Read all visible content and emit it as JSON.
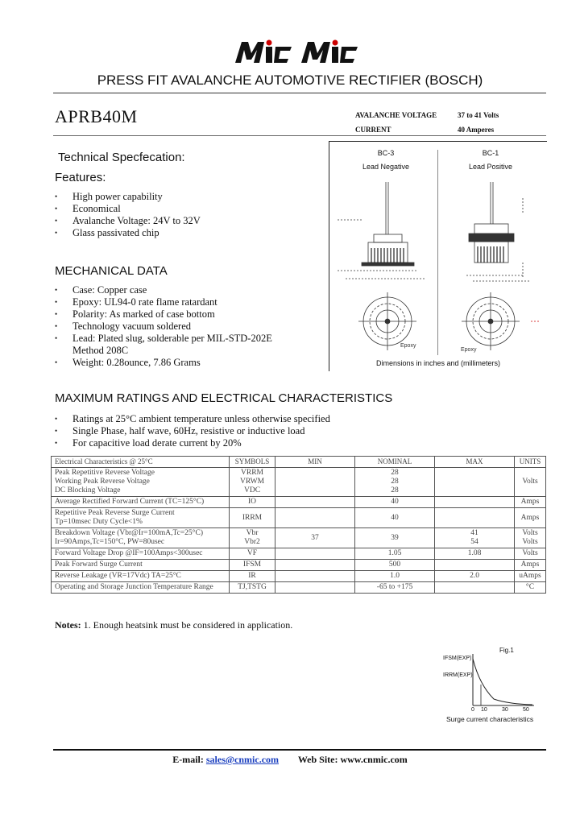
{
  "logo": {
    "text": "MIC MIC"
  },
  "title": "PRESS FIT AVALANCHE AUTOMOTIVE RECTIFIER (BOSCH)",
  "part_number": "APRB40M",
  "specs": [
    {
      "label": "AVALANCHE VOLTAGE",
      "value": "37 to 41 Volts"
    },
    {
      "label": "CURRENT",
      "value": "40 Amperes"
    }
  ],
  "technical_spec": "Technical Specfecation:",
  "features": {
    "heading": "Features:",
    "items": [
      "High power capability",
      "Economical",
      "Avalanche Voltage: 24V to 32V",
      "Glass passivated chip"
    ]
  },
  "mechanical": {
    "heading": "MECHANICAL DATA",
    "items": [
      "Case: Copper case",
      "Epoxy: UL94-0 rate flame ratardant",
      "Polarity: As marked of case bottom",
      "Technology vacuum soldered",
      "Lead: Plated slug, solderable per MIL-STD-202E",
      "Weight: 0.28ounce, 7.86 Grams"
    ],
    "method": "Method 208C"
  },
  "diagram": {
    "left_title": "BC-3",
    "left_sub": "Lead Negative",
    "right_title": "BC-1",
    "right_sub": "Lead Positive",
    "caption": "Dimensions in inches and (millimeters)",
    "epoxy_label": "Epoxy"
  },
  "ratings": {
    "heading": "MAXIMUM RATINGS AND ELECTRICAL CHARACTERISTICS",
    "items": [
      "Ratings at 25°C ambient temperature unless otherwise specified",
      "Single Phase, half wave, 60Hz, resistive or inductive load",
      "For capacitive load derate current by 20%"
    ]
  },
  "table": {
    "headers": [
      "Electrical Characteristics @ 25°C",
      "SYMBOLS",
      "MIN",
      "NOMINAL",
      "MAX",
      "UNITS"
    ],
    "rows": [
      {
        "c": "Peak Repetitive Reverse Voltage\nWorking Peak Reverse Voltage\nDC Blocking Voltage",
        "s": "VRRM\nVRWM\nVDC",
        "min": "",
        "nom": "28\n28\n28",
        "max": "",
        "u": "Volts"
      },
      {
        "c": "Average Rectified Forward Current (TC=125°C)",
        "s": "IO",
        "min": "",
        "nom": "40",
        "max": "",
        "u": "Amps"
      },
      {
        "c": "Repetitive Peak Reverse Surge Current\nTp=10msec Duty Cycle<1%",
        "s": "IRRM",
        "min": "",
        "nom": "40",
        "max": "",
        "u": "Amps"
      },
      {
        "c": "Breakdown Voltage (Vbr@Ir=100mA,Tc=25°C)\nIr=90Amps,Tc=150°C, PW=80usec",
        "s": "Vbr\nVbr2",
        "min": "37",
        "nom": "39",
        "max": "41\n54",
        "u": "Volts\nVolts"
      },
      {
        "c": "Forward Voltage Drop @IF=100Amps<300usec",
        "s": "VF",
        "min": "",
        "nom": "1.05",
        "max": "1.08",
        "u": "Volts"
      },
      {
        "c": "Peak Forward Surge Current",
        "s": "IFSM",
        "min": "",
        "nom": "500",
        "max": "",
        "u": "Amps"
      },
      {
        "c": "Reverse Leakage (VR=17Vdc) TA=25°C",
        "s": "IR",
        "min": "",
        "nom": "1.0",
        "max": "2.0",
        "u": "uAmps"
      },
      {
        "c": "Operating and Storage Junction Temperature Range",
        "s": "TJ,TSTG",
        "min": "",
        "nom": "-65 to +175",
        "max": "",
        "u": "°C"
      }
    ]
  },
  "notes": {
    "label": "Notes:",
    "text": "1. Enough heatsink must be considered in application."
  },
  "figure": {
    "title": "Fig.1",
    "y_labels": [
      "IFSM(EXP)",
      "IRRM(EXP)"
    ],
    "x_ticks": [
      "0",
      "10",
      "30",
      "50"
    ],
    "caption": "Surge current characteristics"
  },
  "footer": {
    "email_label": "E-mail:",
    "email": "sales@cnmic.com",
    "web_label": "Web Site: www.cnmic.com"
  },
  "colors": {
    "link": "#1a3fbf",
    "text": "#111111"
  }
}
